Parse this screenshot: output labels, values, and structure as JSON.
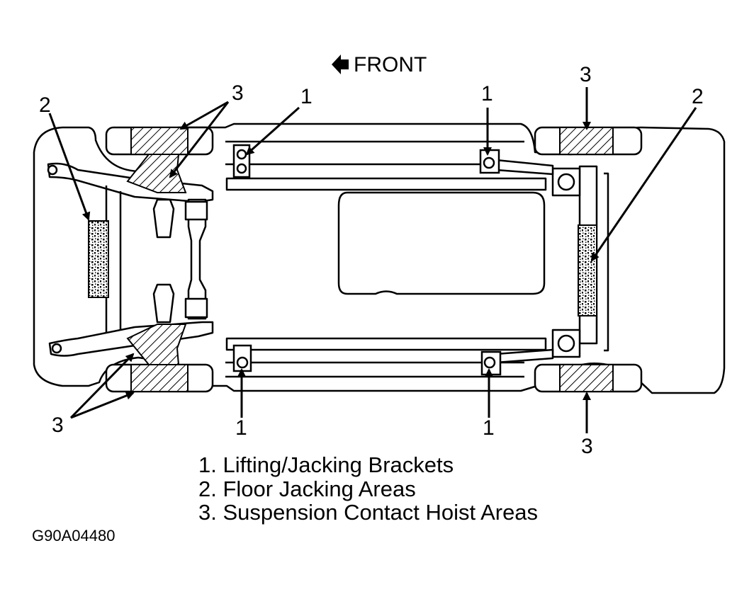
{
  "front_label": "FRONT",
  "callouts": {
    "bracket": "1",
    "floor": "2",
    "hoist": "3"
  },
  "legend": [
    "1. Lifting/Jacking Brackets",
    "2. Floor Jacking Areas",
    "3. Suspension Contact Hoist Areas"
  ],
  "figure_code": "G90A04480",
  "colors": {
    "ink": "#000000",
    "paper": "#ffffff"
  }
}
